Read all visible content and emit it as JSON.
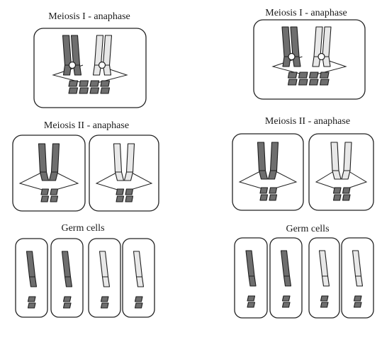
{
  "columns": [
    {
      "meiosis1_label": "Meiosis I - anaphase",
      "meiosis2_label": "Meiosis II - anaphase",
      "germ_label": "Germ cells"
    },
    {
      "meiosis1_label": "Meiosis I - anaphase",
      "meiosis2_label": "Meiosis II - anaphase",
      "germ_label": "Germ cells"
    }
  ],
  "colors": {
    "dark_chromosome": "#6e6e6e",
    "light_chromosome": "#e8e8e8",
    "outline": "#222222",
    "background": "#ffffff"
  }
}
